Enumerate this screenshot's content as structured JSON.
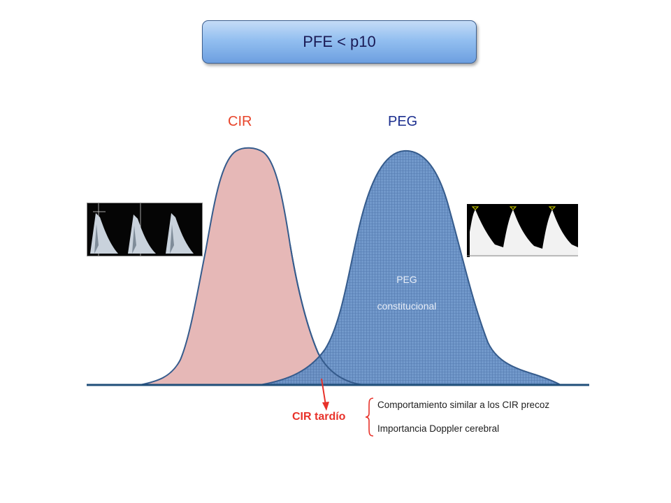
{
  "title": "PFE < p10",
  "curves": {
    "left_label": "CIR",
    "right_label": "PEG",
    "right_inner_line1": "PEG",
    "right_inner_line2": "constitucional"
  },
  "annotation": {
    "arrow_label": "CIR tardío",
    "notes": [
      "Comportamiento similar a los CIR precoz",
      "Importancia Doppler cerebral"
    ]
  },
  "images": {
    "left": "umbilical-doppler-waveform",
    "right": "cerebral-doppler-waveform"
  },
  "colors": {
    "cir_fill": "#e6b8b7",
    "peg_fill": "#6a93c8",
    "curve_stroke": "#355b8c",
    "accent_red": "#e8322a",
    "title_text": "#1a1a55"
  }
}
